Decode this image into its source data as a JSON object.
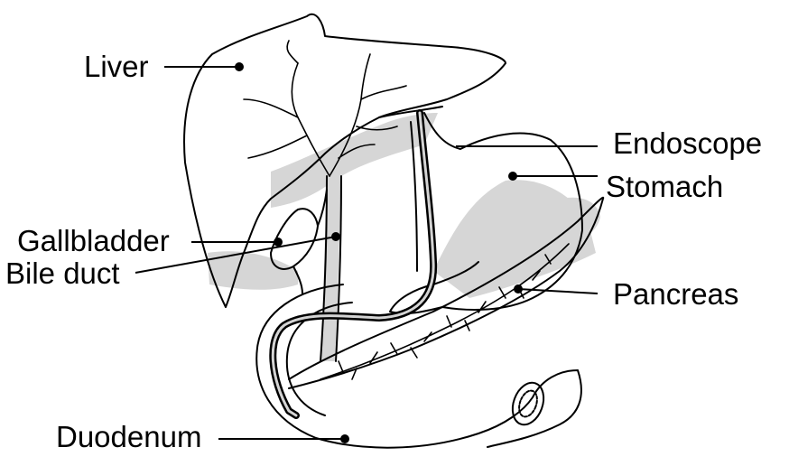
{
  "labels": {
    "liver": "Liver",
    "gallbladder": "Gallbladder",
    "bile_duct": "Bile duct",
    "duodenum": "Duodenum",
    "endoscope": "Endoscope",
    "stomach": "Stomach",
    "pancreas": "Pancreas"
  },
  "colors": {
    "ink": "#000000",
    "shade": "#d4d4d4",
    "background": "#ffffff"
  }
}
